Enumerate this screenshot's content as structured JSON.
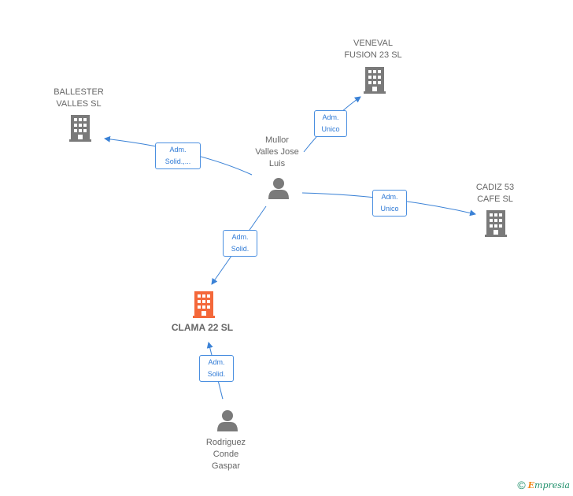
{
  "nodes": {
    "veneval": {
      "label": "VENEVAL\nFUSION 23  SL",
      "type": "company"
    },
    "ballester": {
      "label": "BALLESTER\nVALLES  SL",
      "type": "company"
    },
    "mullor": {
      "label": "Mullor\nValles Jose\nLuis",
      "type": "person"
    },
    "cadiz": {
      "label": "CADIZ 53\nCAFE SL",
      "type": "company"
    },
    "clama": {
      "label": "CLAMA 22  SL",
      "type": "company-focus"
    },
    "rodriguez": {
      "label": "Rodriguez\nConde\nGaspar",
      "type": "person"
    }
  },
  "edges": {
    "mullor_veneval": "Adm.\nUnico",
    "mullor_ballester": "Adm.\nSolid.,...",
    "mullor_cadiz": "Adm.\nUnico",
    "mullor_clama": "Adm.\nSolid.",
    "rodriguez_clama": "Adm.\nSolid."
  },
  "colors": {
    "edge": "#3b82d6",
    "company_icon": "#7a7a7a",
    "focus_icon": "#f4683a",
    "person_icon": "#7a7a7a"
  },
  "footer": {
    "copyright": "©",
    "brand_initial": "E",
    "brand_rest": "mpresia"
  }
}
